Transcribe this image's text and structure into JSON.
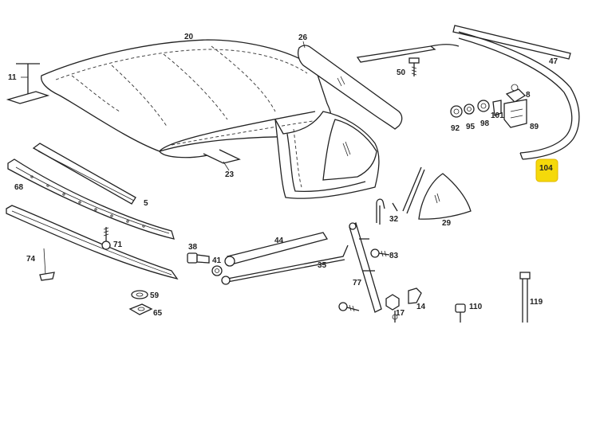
{
  "labels": {
    "p20": "20",
    "p26": "26",
    "p47": "47",
    "p11": "11",
    "p50": "50",
    "p8": "8",
    "p92": "92",
    "p95": "95",
    "p98": "98",
    "p101": "101",
    "p89": "89",
    "p104": "104",
    "p23": "23",
    "p68": "68",
    "p5": "5",
    "p32": "32",
    "p29": "29",
    "p71": "71",
    "p74": "74",
    "p38": "38",
    "p41": "41",
    "p44": "44",
    "p35": "35",
    "p83": "83",
    "p77": "77",
    "p59": "59",
    "p65": "65",
    "p14": "14",
    "p17": "17",
    "p110": "110",
    "p119": "119"
  },
  "highlight": {
    "color": "#f5d90a",
    "target": "104"
  }
}
